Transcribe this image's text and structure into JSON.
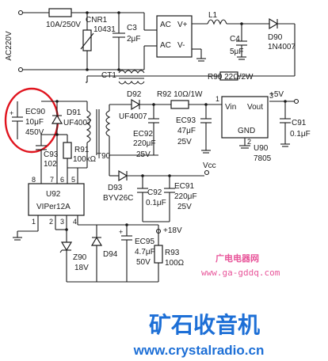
{
  "labels": {
    "ac": "AC220V",
    "fuse": "10A/250V",
    "cnr1_name": "CNR1",
    "cnr1_val": "10431",
    "c3_name": "C3",
    "c3_val": "2μF",
    "ct1": "CT1",
    "bridge_ac1": "AC",
    "bridge_ac2": "AC",
    "bridge_vp": "V+",
    "bridge_vm": "V-",
    "l1": "L1",
    "c4_name": "C4",
    "c4_val": "5μF",
    "d90_name": "D90",
    "d90_val": "1N4007",
    "r90": "R90 22Ω/2W",
    "plus5v": "+5V",
    "ec90_name": "EC90",
    "ec90_val": "10μF",
    "ec90_volt": "450V",
    "d91_name": "D91",
    "d91_val": "UF4007",
    "d92_name": "D92",
    "d92_val": "UF4007",
    "r92": "R92 10Ω/1W",
    "ec93_name": "EC93",
    "ec93_val": "47μF",
    "ec93_volt": "25V",
    "ec92_name": "EC92",
    "ec92_val": "220μF",
    "ec92_volt": "25V",
    "t90": "T90",
    "u90_vin": "Vin",
    "u90_vout": "Vout",
    "u90_gnd": "GND",
    "u90_name": "U90",
    "u90_val": "7805",
    "pin1": "1",
    "pin3": "3",
    "pin2": "2",
    "c91_name": "C91",
    "c91_val": "0.1μF",
    "c93_name": "C93",
    "c93_val": "102",
    "r91_name": "R91",
    "r91_val": "100kΩ",
    "vcc": "Vcc",
    "d93_name": "D93",
    "d93_val": "BYV26C",
    "c92_name": "C92",
    "c92_val": "0.1μF",
    "ec91_name": "EC91",
    "ec91_val": "220μF",
    "ec91_volt": "25V",
    "u92_p8": "8",
    "u92_p7": "7",
    "u92_p6": "6",
    "u92_p5": "5",
    "u92_name": "U92",
    "u92_val": "VIPer12A",
    "u92_p1": "1",
    "u92_p2": "2",
    "u92_p3": "3",
    "u92_p4": "4",
    "plus18v": "+18V",
    "ec95_name": "EC95",
    "ec95_val": "4.7μF",
    "ec95_volt": "50V",
    "d94": "D94",
    "z90_name": "Z90",
    "z90_val": "18V",
    "r93_name": "R93",
    "r93_val": "100Ω"
  },
  "watermark": {
    "site_cn": "广电电器网",
    "site_url": "www.ga-gddq.com"
  },
  "brand": {
    "name": "矿石收音机",
    "url": "www.crystalradio.cn"
  },
  "colors": {
    "highlight_circle": "#e0141e",
    "watermark": "#e8559a",
    "brand": "#1d6fd6"
  }
}
